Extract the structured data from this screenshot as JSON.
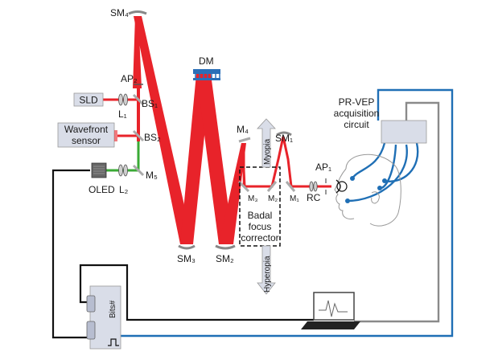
{
  "labels": {
    "sm4": "SM₄",
    "dm": "DM",
    "ap2": "AP₂",
    "sld": "SLD",
    "l1": "L₁",
    "bs1": "BS₁",
    "wavefront_line1": "Wavefront",
    "wavefront_line2": "sensor",
    "bs2": "BS₂",
    "oled": "OLED",
    "l2": "L₂",
    "m5": "M₅",
    "m4": "M₄",
    "myopia": "Myopia",
    "hyperopia": "Hyperopia",
    "sm1": "SM₁",
    "m3": "M₃",
    "m2": "M₂",
    "m1": "M₁",
    "rc": "RC",
    "ap1": "AP₁",
    "badal_line1": "Badal",
    "badal_line2": "focus",
    "badal_line3": "corrector",
    "sm3": "SM₃",
    "sm2": "SM₂",
    "prvep_line1": "PR-VEP",
    "prvep_line2": "acquisition",
    "prvep_line3": "circuit",
    "bits": "Bits#"
  },
  "colors": {
    "laser_red": "#e8232a",
    "stimulus_green": "#3aaa35",
    "cable_blue": "#1f6fb5",
    "cable_gray": "#8a8a8a",
    "box_fill": "#d9dde8",
    "dm_blue": "#2a6fb8"
  },
  "icons": [
    "head-icon",
    "laptop-icon",
    "eye-icon",
    "arrow-icon"
  ]
}
